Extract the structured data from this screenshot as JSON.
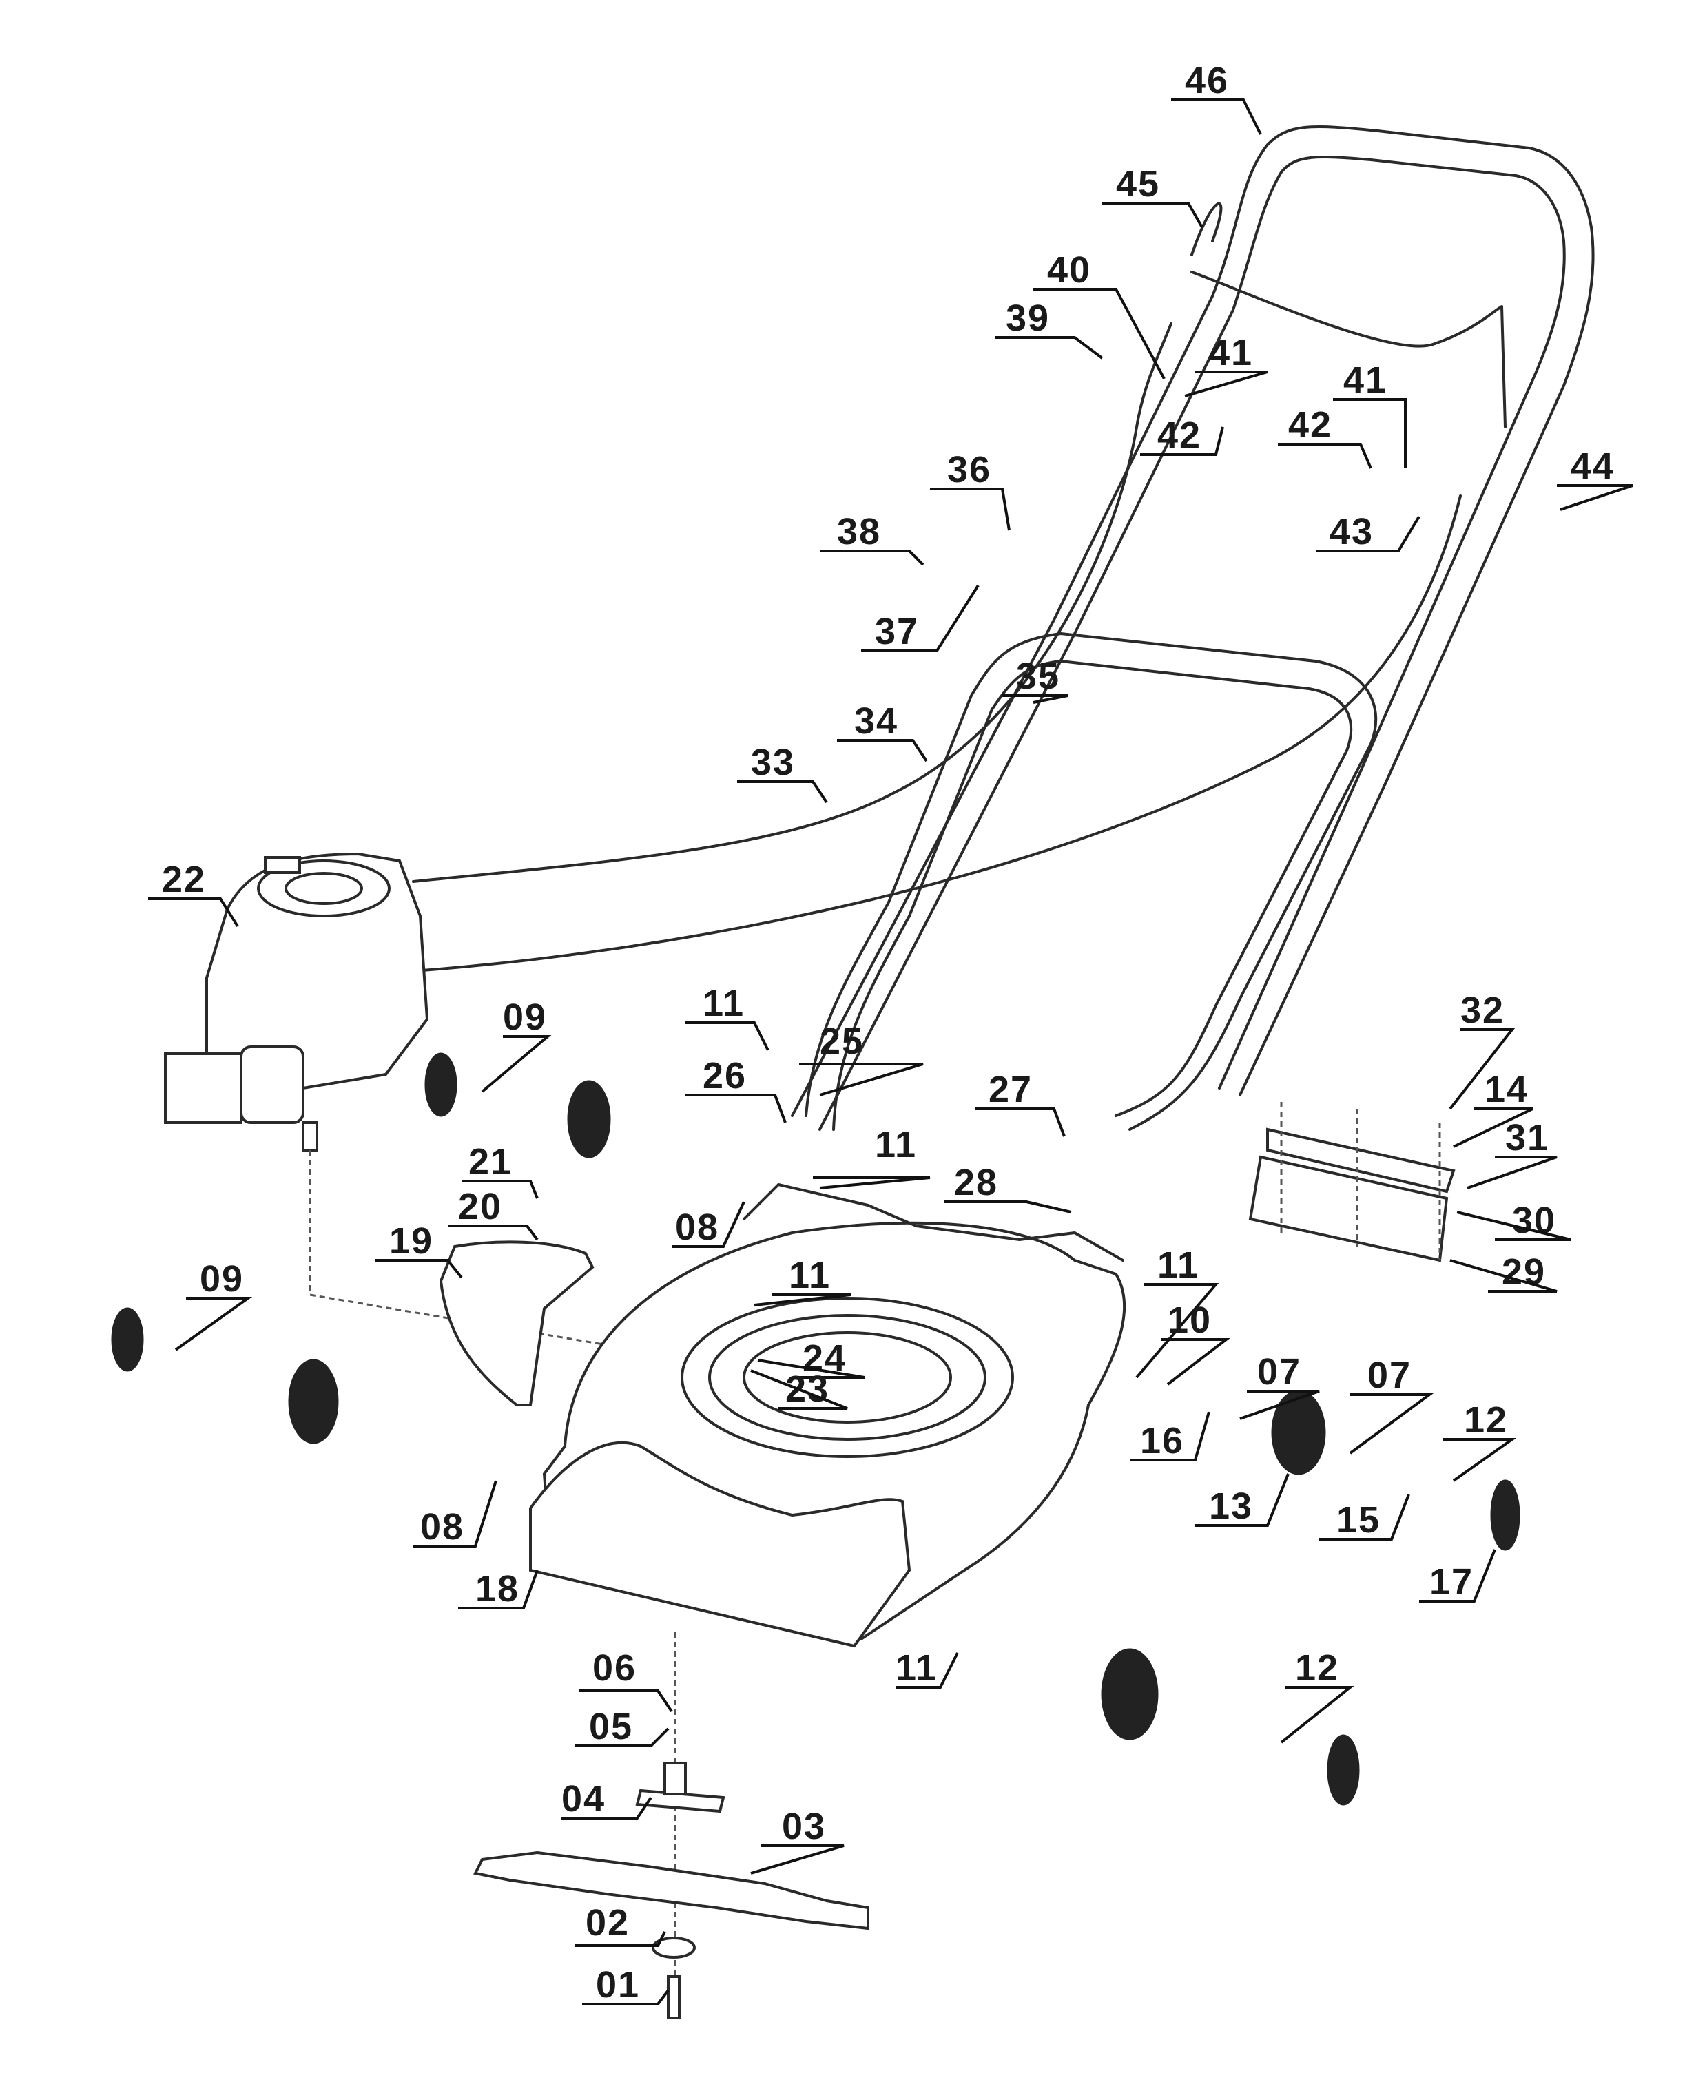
{
  "title": "Lawn mower exploded parts diagram",
  "colors": {
    "line": "#2a2a2a",
    "label": "#1a1a1a",
    "background": "#ffffff"
  },
  "callouts": [
    {
      "id": "46",
      "text": "46",
      "part": "upper-handle"
    },
    {
      "id": "45",
      "text": "45",
      "part": "brake-lever"
    },
    {
      "id": "40",
      "text": "40",
      "part": "cable-clip"
    },
    {
      "id": "39",
      "text": "39",
      "part": "screw"
    },
    {
      "id": "41a",
      "text": "41",
      "part": "washer"
    },
    {
      "id": "42a",
      "text": "42",
      "part": "nut"
    },
    {
      "id": "41b",
      "text": "41",
      "part": "washer"
    },
    {
      "id": "42b",
      "text": "42",
      "part": "nut"
    },
    {
      "id": "44",
      "text": "44",
      "part": "screw"
    },
    {
      "id": "43",
      "text": "43",
      "part": "quick-release-lever"
    },
    {
      "id": "36",
      "text": "36",
      "part": "cable-guide"
    },
    {
      "id": "38",
      "text": "38",
      "part": "star-knob"
    },
    {
      "id": "37",
      "text": "37",
      "part": "washer"
    },
    {
      "id": "35",
      "text": "35",
      "part": "carriage-bolt"
    },
    {
      "id": "34",
      "text": "34",
      "part": "lower-handle"
    },
    {
      "id": "33",
      "text": "33",
      "part": "cable-tie"
    },
    {
      "id": "22",
      "text": "22",
      "part": "engine"
    },
    {
      "id": "09a",
      "text": "09",
      "part": "wheel-axle-bolt"
    },
    {
      "id": "11a",
      "text": "11",
      "part": "nut"
    },
    {
      "id": "25",
      "text": "25",
      "part": "screw"
    },
    {
      "id": "26",
      "text": "26",
      "part": "handle-bracket-left"
    },
    {
      "id": "11b",
      "text": "11",
      "part": "nut"
    },
    {
      "id": "27",
      "text": "27",
      "part": "screw"
    },
    {
      "id": "28",
      "text": "28",
      "part": "handle-bracket-right"
    },
    {
      "id": "32",
      "text": "32",
      "part": "screw"
    },
    {
      "id": "14",
      "text": "14",
      "part": "washer"
    },
    {
      "id": "31",
      "text": "31",
      "part": "flap-bar"
    },
    {
      "id": "30",
      "text": "30",
      "part": "rear-flap"
    },
    {
      "id": "29",
      "text": "29",
      "part": "nut"
    },
    {
      "id": "21",
      "text": "21",
      "part": "screw"
    },
    {
      "id": "20",
      "text": "20",
      "part": "washer"
    },
    {
      "id": "19",
      "text": "19",
      "part": "side-discharge-chute"
    },
    {
      "id": "08a",
      "text": "08",
      "part": "hub-cap-nut"
    },
    {
      "id": "09b",
      "text": "09",
      "part": "wheel-axle-bolt"
    },
    {
      "id": "11c",
      "text": "11",
      "part": "nut"
    },
    {
      "id": "24",
      "text": "24",
      "part": "washer"
    },
    {
      "id": "23",
      "text": "23",
      "part": "engine-bolt"
    },
    {
      "id": "11d",
      "text": "11",
      "part": "nut"
    },
    {
      "id": "10",
      "text": "10",
      "part": "washer"
    },
    {
      "id": "07a",
      "text": "07",
      "part": "bearing"
    },
    {
      "id": "07b",
      "text": "07",
      "part": "bearing"
    },
    {
      "id": "12a",
      "text": "12",
      "part": "axle-bolt"
    },
    {
      "id": "16",
      "text": "16",
      "part": "washer"
    },
    {
      "id": "13",
      "text": "13",
      "part": "wheel"
    },
    {
      "id": "15",
      "text": "15",
      "part": "washer"
    },
    {
      "id": "17",
      "text": "17",
      "part": "hub-cap"
    },
    {
      "id": "08b",
      "text": "08",
      "part": "hub-cap-nut"
    },
    {
      "id": "18",
      "text": "18",
      "part": "deck"
    },
    {
      "id": "11e",
      "text": "11",
      "part": "nut"
    },
    {
      "id": "12b",
      "text": "12",
      "part": "axle-bolt"
    },
    {
      "id": "06",
      "text": "06",
      "part": "washer"
    },
    {
      "id": "05",
      "text": "05",
      "part": "key"
    },
    {
      "id": "04",
      "text": "04",
      "part": "blade-holder"
    },
    {
      "id": "03",
      "text": "03",
      "part": "blade"
    },
    {
      "id": "02",
      "text": "02",
      "part": "blade-washer"
    },
    {
      "id": "01",
      "text": "01",
      "part": "blade-bolt"
    }
  ]
}
